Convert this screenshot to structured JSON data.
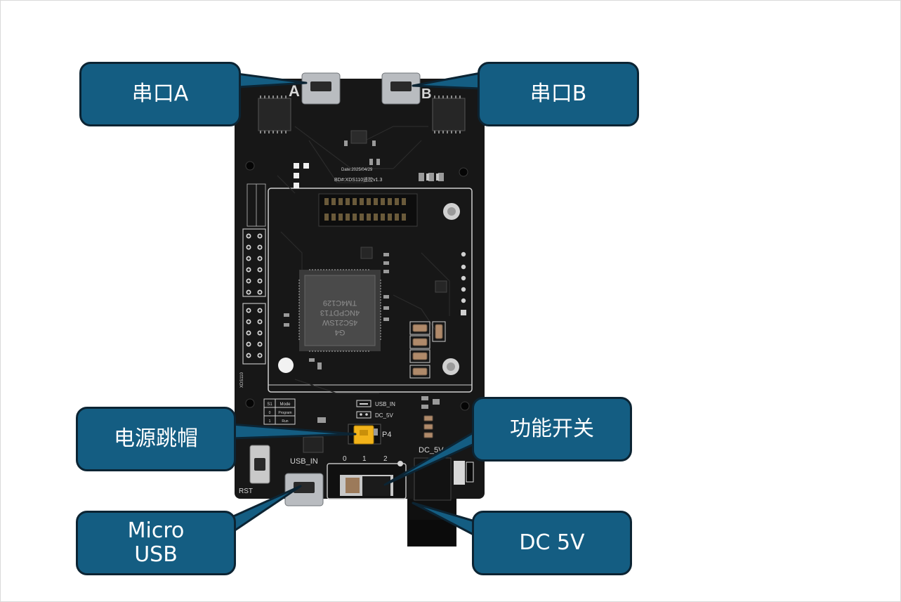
{
  "colors": {
    "callout_fill": "#145d82",
    "callout_border": "#0c2433",
    "board": "#171717",
    "silkscreen": "#d7d7d7",
    "connector_metal": "#b9bcc0",
    "jumper": "#f2b31a"
  },
  "callouts": {
    "uart_a": "串口A",
    "uart_b": "串口B",
    "power_jumper": "电源跳帽",
    "function_switch": "功能开关",
    "micro_usb": "Micro USB",
    "dc_5v": "DC 5V"
  },
  "board_silkscreen": {
    "port_a": "A",
    "port_b": "B",
    "date": "Date:2025/04/29",
    "board_id": "BD#:XDS110遥控v1.3",
    "chip_line1": "TM4C129",
    "chip_line2": "4NCPDT13",
    "chip_line3": "45C21SW",
    "chip_line4": "G4",
    "side_label": "XDS110",
    "usb_in_top": "USB_IN",
    "dc_5v_top": "DC_5V",
    "p4": "P4",
    "usb_in_bottom": "USB_IN",
    "dc_5v_bottom": "DC_5V",
    "switch_0": "0",
    "switch_1": "1",
    "switch_2": "2",
    "rst": "RST",
    "table_col1": "S1",
    "table_col2": "Mode",
    "table_row1_a": "0",
    "table_row1_b": "Program",
    "table_row2_a": "1",
    "table_row2_b": "Run"
  }
}
